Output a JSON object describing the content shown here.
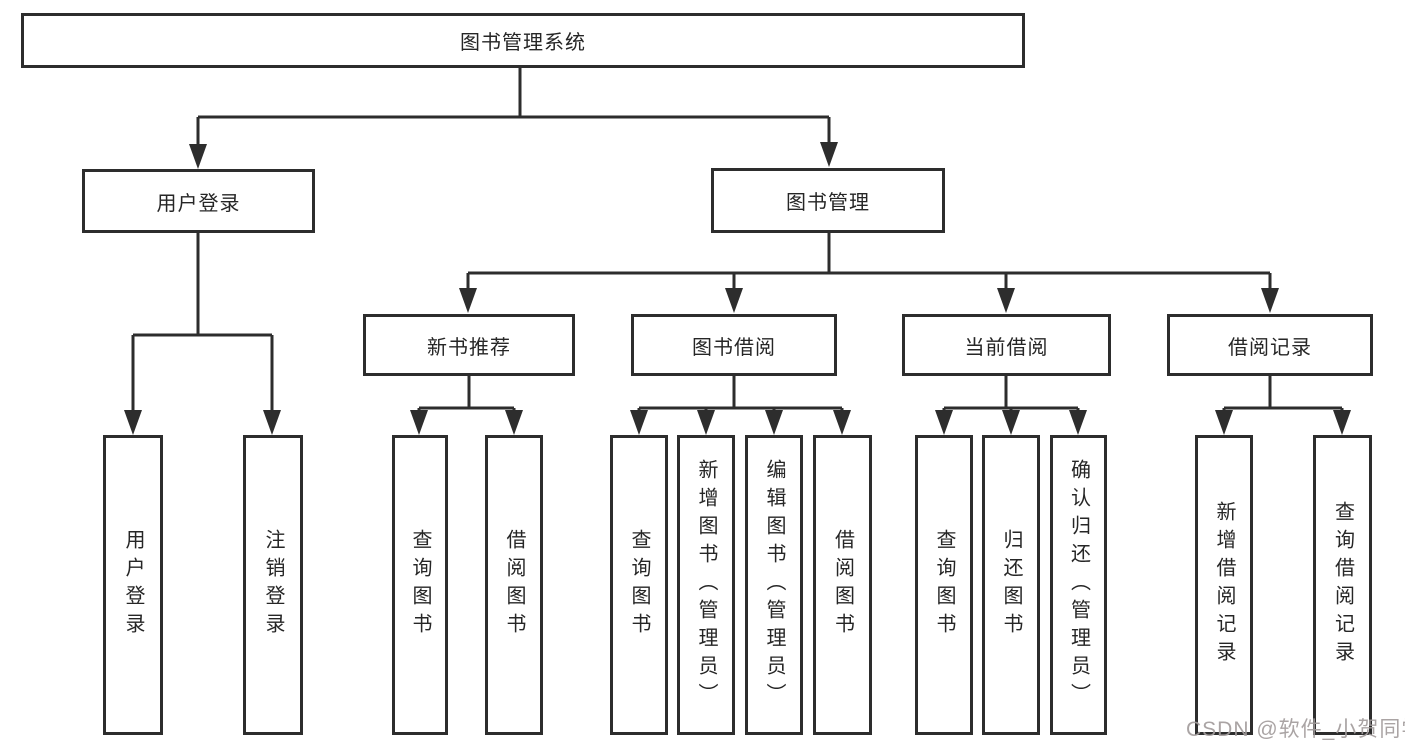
{
  "tree": {
    "root": "图书管理系统",
    "children": [
      {
        "label": "用户登录",
        "children": [
          "用户登录",
          "注销登录"
        ]
      },
      {
        "label": "图书管理",
        "children": [
          {
            "label": "新书推荐",
            "children": [
              "查询图书",
              "借阅图书"
            ]
          },
          {
            "label": "图书借阅",
            "children": [
              "查询图书",
              "新增图书（管理员）",
              "编辑图书（管理员）",
              "借阅图书"
            ]
          },
          {
            "label": "当前借阅",
            "children": [
              "查询图书",
              "归还图书",
              "确认归还（管理员）"
            ]
          },
          {
            "label": "借阅记录",
            "children": [
              "新增借阅记录",
              "查询借阅记录"
            ]
          }
        ]
      }
    ]
  },
  "watermark": {
    "text": "CSDN @软件_小贺同学"
  },
  "colors": {
    "line": "#2d2d2d",
    "text": "#262626",
    "background": "#ffffff",
    "watermark": "#a39d9d"
  }
}
